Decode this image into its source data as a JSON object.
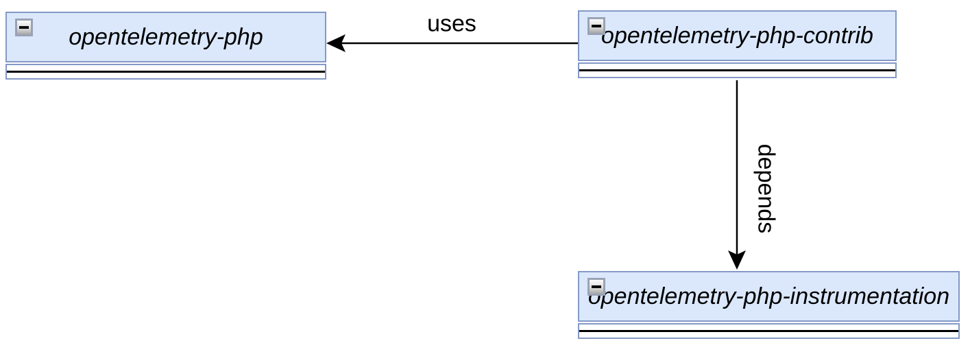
{
  "diagram": {
    "nodes": [
      {
        "label": "opentelemetry-php"
      },
      {
        "label": "opentelemetry-php-contrib"
      },
      {
        "label": "opentelemetry-php-instrumentation"
      }
    ],
    "edges": [
      {
        "label": "uses",
        "from": "opentelemetry-php-contrib",
        "to": "opentelemetry-php",
        "direction": "left"
      },
      {
        "label": "depends",
        "from": "opentelemetry-php-contrib",
        "to": "opentelemetry-php-instrumentation",
        "direction": "down"
      }
    ],
    "icons": {
      "collapse": "minus-icon"
    },
    "colors": {
      "background": "#ffffff",
      "node_fill": "#dbe8fc",
      "node_border": "#8499c6",
      "edge_stroke": "#000000",
      "text": "#000000"
    }
  }
}
